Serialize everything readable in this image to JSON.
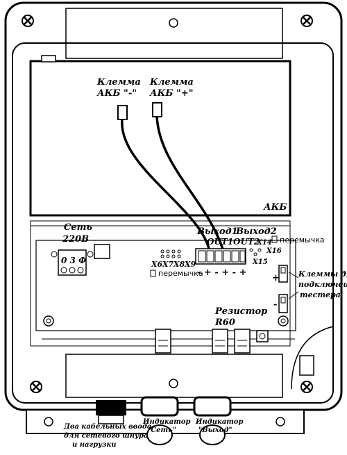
{
  "labels": {
    "terminal_minus_l1": "Клемма",
    "terminal_minus_l2": "АКБ \"-\"",
    "terminal_plus_l1": "Клемма",
    "terminal_plus_l2": "АКБ \"+\"",
    "battery": "АКБ",
    "mains_l1": "Сеть",
    "mains_l2": "220В",
    "output1": "Выход1",
    "output2": "Выход2",
    "out1": "OUT1",
    "out2": "OUT2",
    "x6": "X6",
    "x7": "X7",
    "x8": "X8",
    "x9": "X9",
    "x14": "X14",
    "x15": "X15",
    "x16": "X16",
    "jumper_right": "перемычка",
    "jumper_left": "перемычка",
    "terminal_block": "0 3 Ф",
    "polarity": "- + - + - +",
    "tester_l1": "Клеммы для",
    "tester_l2": "подключеция",
    "tester_l3": "тестера",
    "tester_plus": "+",
    "tester_minus": "-",
    "resistor_l1": "Резистор",
    "resistor_l2": "R60",
    "cable_l1": "Два кабельных ввода",
    "cable_l2": "для сетевого шнура",
    "cable_l3": "и нагрузки",
    "ind_mains_l1": "Индикатор",
    "ind_mains_l2": "\"Сеть\"",
    "ind_out_l1": "Индикатор",
    "ind_out_l2": "\"Выход\""
  }
}
